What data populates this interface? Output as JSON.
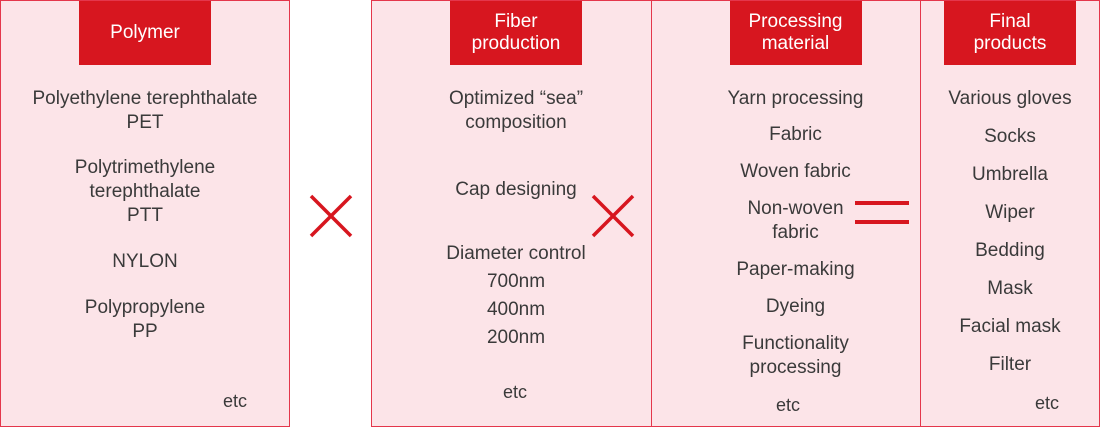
{
  "columns": [
    {
      "title": "Polymer",
      "items": [
        "Polyethylene terephthalate\nPET",
        "Polytrimethylene\nterephthalate\nPTT",
        "NYLON",
        "Polypropylene\nPP"
      ],
      "etc": "etc"
    },
    {
      "title": "Fiber\nproduction",
      "items": [
        "Optimized “sea”\ncomposition",
        "Cap designing",
        "Diameter control\n700nm\n400nm\n200nm"
      ],
      "etc": "etc"
    },
    {
      "title": "Processing\nmaterial",
      "items": [
        "Yarn processing",
        "Fabric",
        "Woven fabric",
        "Non-woven\nfabric",
        "Paper-making",
        "Dyeing",
        "Functionality\nprocessing"
      ],
      "etc": "etc"
    },
    {
      "title": "Final\nproducts",
      "items": [
        "Various gloves",
        "Socks",
        "Umbrella",
        "Wiper",
        "Bedding",
        "Mask",
        "Facial mask",
        "Filter"
      ],
      "etc": "etc"
    }
  ],
  "colors": {
    "accent": "#d7161f",
    "box_fill": "#fce4e8",
    "box_border": "#e4364b",
    "text": "#3a3a3a"
  },
  "operators": [
    "multiply-icon",
    "multiply-icon",
    "equals-icon"
  ]
}
